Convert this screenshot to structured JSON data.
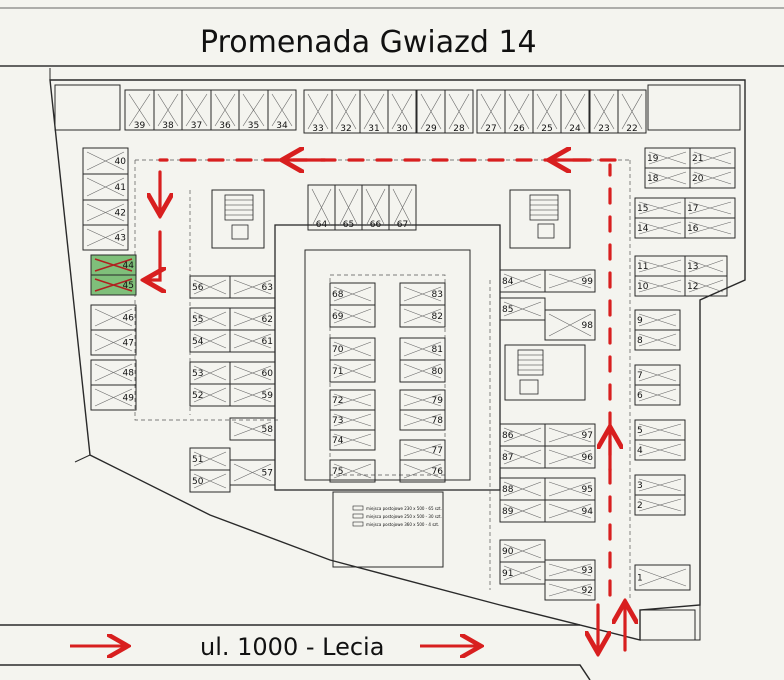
{
  "title": "Promenada Gwiazd 14",
  "street": "ul. 1000 - Lecia",
  "colors": {
    "background": "#f4f4ef",
    "line": "#2a2a2a",
    "route": "#d81f1f",
    "highlight": "#7fbf7a"
  },
  "highlighted_spots": [
    "44",
    "45"
  ],
  "legend": {
    "rows": [
      "miejsca postojowe 230 x 500 - 65 szt.",
      "miejsca postojowe 250 x 500 - 30 szt.",
      "miejsca postojowe 360 x 500 - 4 szt."
    ]
  },
  "spots": [
    {
      "id": "s39",
      "label": "39"
    },
    {
      "id": "s38",
      "label": "38"
    },
    {
      "id": "s37",
      "label": "37"
    },
    {
      "id": "s36",
      "label": "36"
    },
    {
      "id": "s35",
      "label": "35"
    },
    {
      "id": "s34",
      "label": "34"
    },
    {
      "id": "s33",
      "label": "33"
    },
    {
      "id": "s32",
      "label": "32"
    },
    {
      "id": "s31",
      "label": "31"
    },
    {
      "id": "s30",
      "label": "30"
    },
    {
      "id": "s29",
      "label": "29"
    },
    {
      "id": "s28",
      "label": "28"
    },
    {
      "id": "s27",
      "label": "27"
    },
    {
      "id": "s26",
      "label": "26"
    },
    {
      "id": "s25",
      "label": "25"
    },
    {
      "id": "s24",
      "label": "24"
    },
    {
      "id": "s23",
      "label": "23"
    },
    {
      "id": "s22",
      "label": "22"
    },
    {
      "id": "s40",
      "label": "40"
    },
    {
      "id": "s41",
      "label": "41"
    },
    {
      "id": "s42",
      "label": "42"
    },
    {
      "id": "s43",
      "label": "43"
    },
    {
      "id": "s44",
      "label": "44"
    },
    {
      "id": "s45",
      "label": "45"
    },
    {
      "id": "s46",
      "label": "46"
    },
    {
      "id": "s47",
      "label": "47"
    },
    {
      "id": "s48",
      "label": "48"
    },
    {
      "id": "s49",
      "label": "49"
    },
    {
      "id": "s19",
      "label": "19"
    },
    {
      "id": "s21",
      "label": "21"
    },
    {
      "id": "s18",
      "label": "18"
    },
    {
      "id": "s20",
      "label": "20"
    },
    {
      "id": "s15",
      "label": "15"
    },
    {
      "id": "s17",
      "label": "17"
    },
    {
      "id": "s14",
      "label": "14"
    },
    {
      "id": "s16",
      "label": "16"
    },
    {
      "id": "s11",
      "label": "11"
    },
    {
      "id": "s13",
      "label": "13"
    },
    {
      "id": "s10",
      "label": "10"
    },
    {
      "id": "s12",
      "label": "12"
    },
    {
      "id": "s9",
      "label": "9"
    },
    {
      "id": "s8",
      "label": "8"
    },
    {
      "id": "s7",
      "label": "7"
    },
    {
      "id": "s6",
      "label": "6"
    },
    {
      "id": "s5",
      "label": "5"
    },
    {
      "id": "s4",
      "label": "4"
    },
    {
      "id": "s3",
      "label": "3"
    },
    {
      "id": "s2",
      "label": "2"
    },
    {
      "id": "s1",
      "label": "1"
    },
    {
      "id": "s64",
      "label": "64"
    },
    {
      "id": "s65",
      "label": "65"
    },
    {
      "id": "s66",
      "label": "66"
    },
    {
      "id": "s67",
      "label": "67"
    },
    {
      "id": "s56",
      "label": "56"
    },
    {
      "id": "s63",
      "label": "63"
    },
    {
      "id": "s55",
      "label": "55"
    },
    {
      "id": "s62",
      "label": "62"
    },
    {
      "id": "s54",
      "label": "54"
    },
    {
      "id": "s61",
      "label": "61"
    },
    {
      "id": "s53",
      "label": "53"
    },
    {
      "id": "s60",
      "label": "60"
    },
    {
      "id": "s52",
      "label": "52"
    },
    {
      "id": "s59",
      "label": "59"
    },
    {
      "id": "s58",
      "label": "58"
    },
    {
      "id": "s51",
      "label": "51"
    },
    {
      "id": "s50",
      "label": "50"
    },
    {
      "id": "s57",
      "label": "57"
    },
    {
      "id": "s68",
      "label": "68"
    },
    {
      "id": "s69",
      "label": "69"
    },
    {
      "id": "s70",
      "label": "70"
    },
    {
      "id": "s71",
      "label": "71"
    },
    {
      "id": "s72",
      "label": "72"
    },
    {
      "id": "s73",
      "label": "73"
    },
    {
      "id": "s74",
      "label": "74"
    },
    {
      "id": "s75",
      "label": "75"
    },
    {
      "id": "s83",
      "label": "83"
    },
    {
      "id": "s82",
      "label": "82"
    },
    {
      "id": "s81",
      "label": "81"
    },
    {
      "id": "s80",
      "label": "80"
    },
    {
      "id": "s79",
      "label": "79"
    },
    {
      "id": "s78",
      "label": "78"
    },
    {
      "id": "s77",
      "label": "77"
    },
    {
      "id": "s76",
      "label": "76"
    },
    {
      "id": "s84",
      "label": "84"
    },
    {
      "id": "s99",
      "label": "99"
    },
    {
      "id": "s85",
      "label": "85"
    },
    {
      "id": "s98",
      "label": "98"
    },
    {
      "id": "s86",
      "label": "86"
    },
    {
      "id": "s97",
      "label": "97"
    },
    {
      "id": "s87",
      "label": "87"
    },
    {
      "id": "s96",
      "label": "96"
    },
    {
      "id": "s88",
      "label": "88"
    },
    {
      "id": "s95",
      "label": "95"
    },
    {
      "id": "s89",
      "label": "89"
    },
    {
      "id": "s94",
      "label": "94"
    },
    {
      "id": "s90",
      "label": "90"
    },
    {
      "id": "s91",
      "label": "91"
    },
    {
      "id": "s93",
      "label": "93"
    },
    {
      "id": "s92",
      "label": "92"
    }
  ]
}
